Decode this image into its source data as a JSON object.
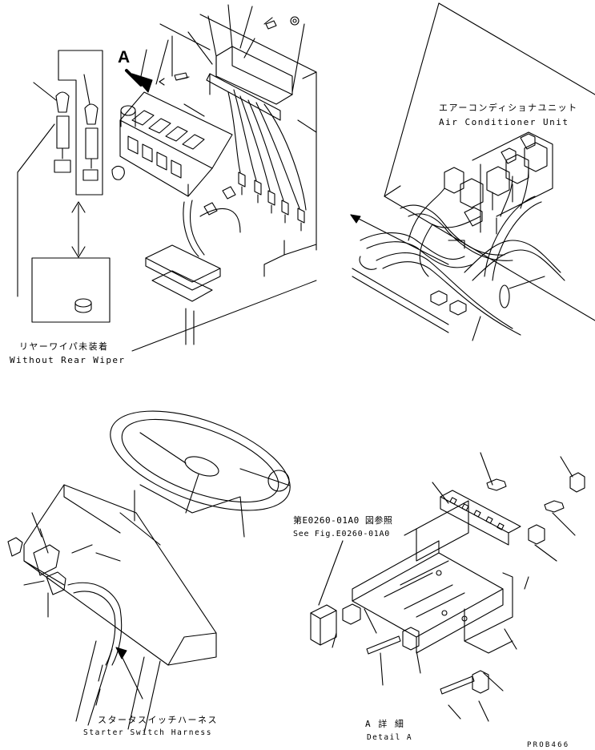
{
  "labels": {
    "detail_marker": "A",
    "aircon_jp": "エアーコンディショナユニット",
    "aircon_en": "Air Conditioner Unit",
    "rear_wiper_jp": "リヤーワイパ未装着",
    "rear_wiper_en": "Without Rear Wiper",
    "see_fig_jp": "第E0260-01A0 図参照",
    "see_fig_en": "See Fig.E0260-01A0",
    "starter_jp": "スタータスイッチハーネス",
    "starter_en": "Starter Switch Harness",
    "detail_jp": "A 詳 細",
    "detail_en": "Detail A",
    "drawing_no": "PROB466"
  },
  "colors": {
    "line": "#000000",
    "background": "#ffffff"
  }
}
